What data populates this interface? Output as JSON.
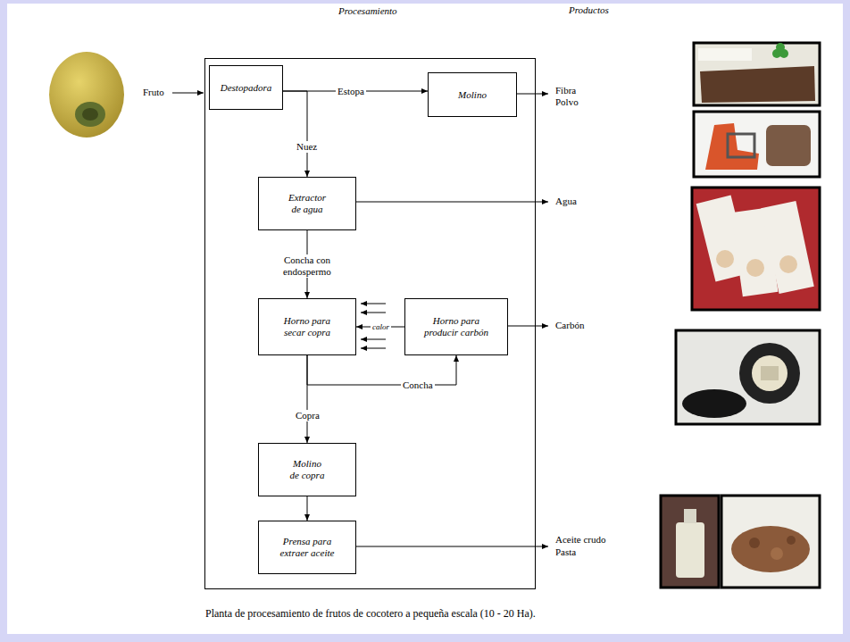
{
  "diagram": {
    "caption": "Planta de procesamiento de frutos de cocotero a pequeña escala (10 - 20 Ha).",
    "nodes": [
      {
        "text": [
          "Procesamiento"
        ]
      },
      {
        "text": [
          "Destopadora"
        ],
        "in": 0
      },
      {
        "text": [
          "Molino"
        ],
        "in": 0
      },
      {
        "text": [
          "Extractor de agua"
        ],
        "in": 0
      },
      {
        "text": [
          "Horno para secar copra"
        ],
        "in": 0
      },
      {
        "text": [
          "Horno para producir carbón"
        ],
        "in": 0
      },
      {
        "text": [
          "Molino de copra"
        ],
        "in": 0
      },
      {
        "text": [
          "Prensa para extraer aceite"
        ],
        "in": 0
      }
    ],
    "edges": [
      {
        "from": 1,
        "to": 2,
        "label": "Estopa",
        "arrow": "to"
      },
      {
        "from": 1,
        "to": 3,
        "label": "Nuez",
        "arrow": "to"
      },
      {
        "from": 3,
        "to": 4,
        "label": "Concha con endospermo",
        "arrow": "to"
      },
      {
        "from": 5,
        "to": 4,
        "label": "calor",
        "arrow": "to"
      },
      {
        "from": 4,
        "to": 6,
        "label": "Copra",
        "arrow": "to"
      },
      {
        "from": 4,
        "to": 5,
        "label": "Concha",
        "arrow": "to"
      },
      {
        "from": 6,
        "to": 7,
        "arrow": "to"
      }
    ],
    "labels": [
      "Productos",
      "Fruto",
      "Fibra",
      "Polvo",
      "Agua",
      "Carbón",
      "Aceite crudo",
      "Pasta"
    ]
  }
}
